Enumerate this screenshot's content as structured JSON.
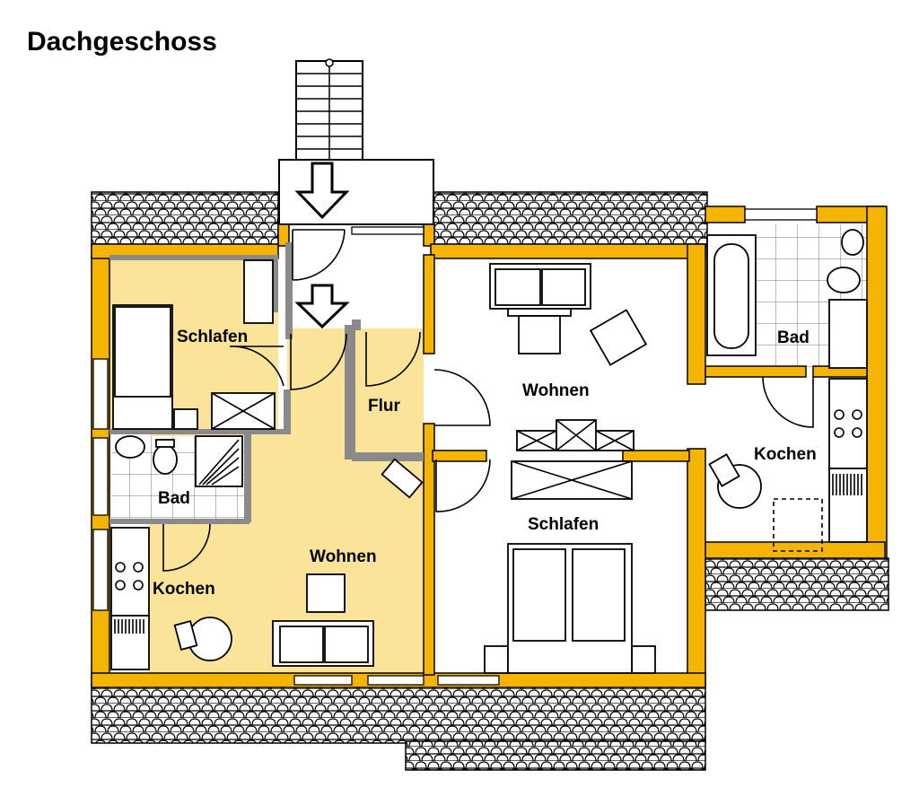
{
  "title": "Dachgeschoss",
  "rooms": {
    "left_schlafen": "Schlafen",
    "left_bad": "Bad",
    "left_kochen": "Kochen",
    "left_wohnen": "Wohnen",
    "flur": "Flur",
    "right_wohnen": "Wohnen",
    "right_schlafen": "Schlafen",
    "right_bad": "Bad",
    "right_kochen": "Kochen"
  },
  "colors": {
    "wall": "#f5b400",
    "highlight_floor": "#fbe39a",
    "roof_tile_stroke": "#000000",
    "partition_wall": "#8a8a8a"
  }
}
